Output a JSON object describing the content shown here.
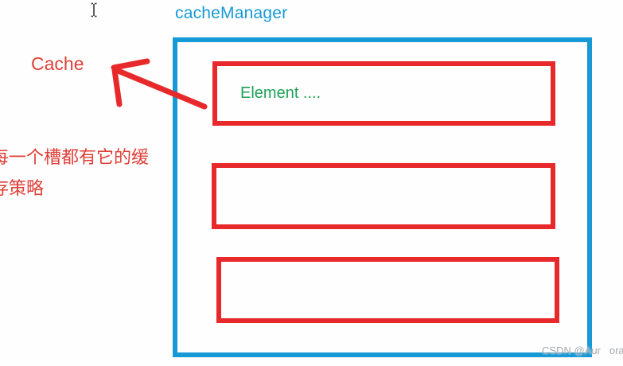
{
  "colors": {
    "blue": "#1799d6",
    "red": "#e8292b",
    "red_text": "#df4038",
    "green": "#1fa258",
    "watermark_gray": "#a4a9ad",
    "cursor": "#3a3a3a",
    "background": "#fffefe"
  },
  "labels": {
    "container_title": "cacheManager",
    "cache_label": "Cache",
    "note_line1": "每一个槽都有它的缓",
    "note_line2": "存策略",
    "element_label": "Element ...."
  },
  "watermark": {
    "left": "CSDN @Aur",
    "right": "ora"
  }
}
